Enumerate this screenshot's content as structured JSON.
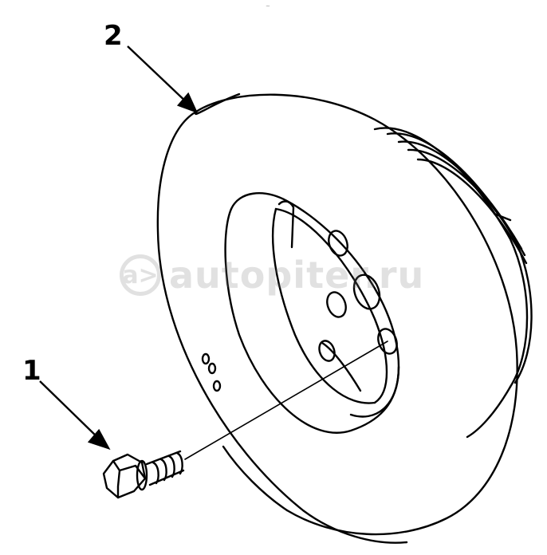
{
  "callouts": {
    "bolt_label": "1",
    "pulley_label": "2"
  },
  "watermark": {
    "logo_glyph": "a>",
    "text": "autopiter.ru"
  },
  "top_mark": "~"
}
